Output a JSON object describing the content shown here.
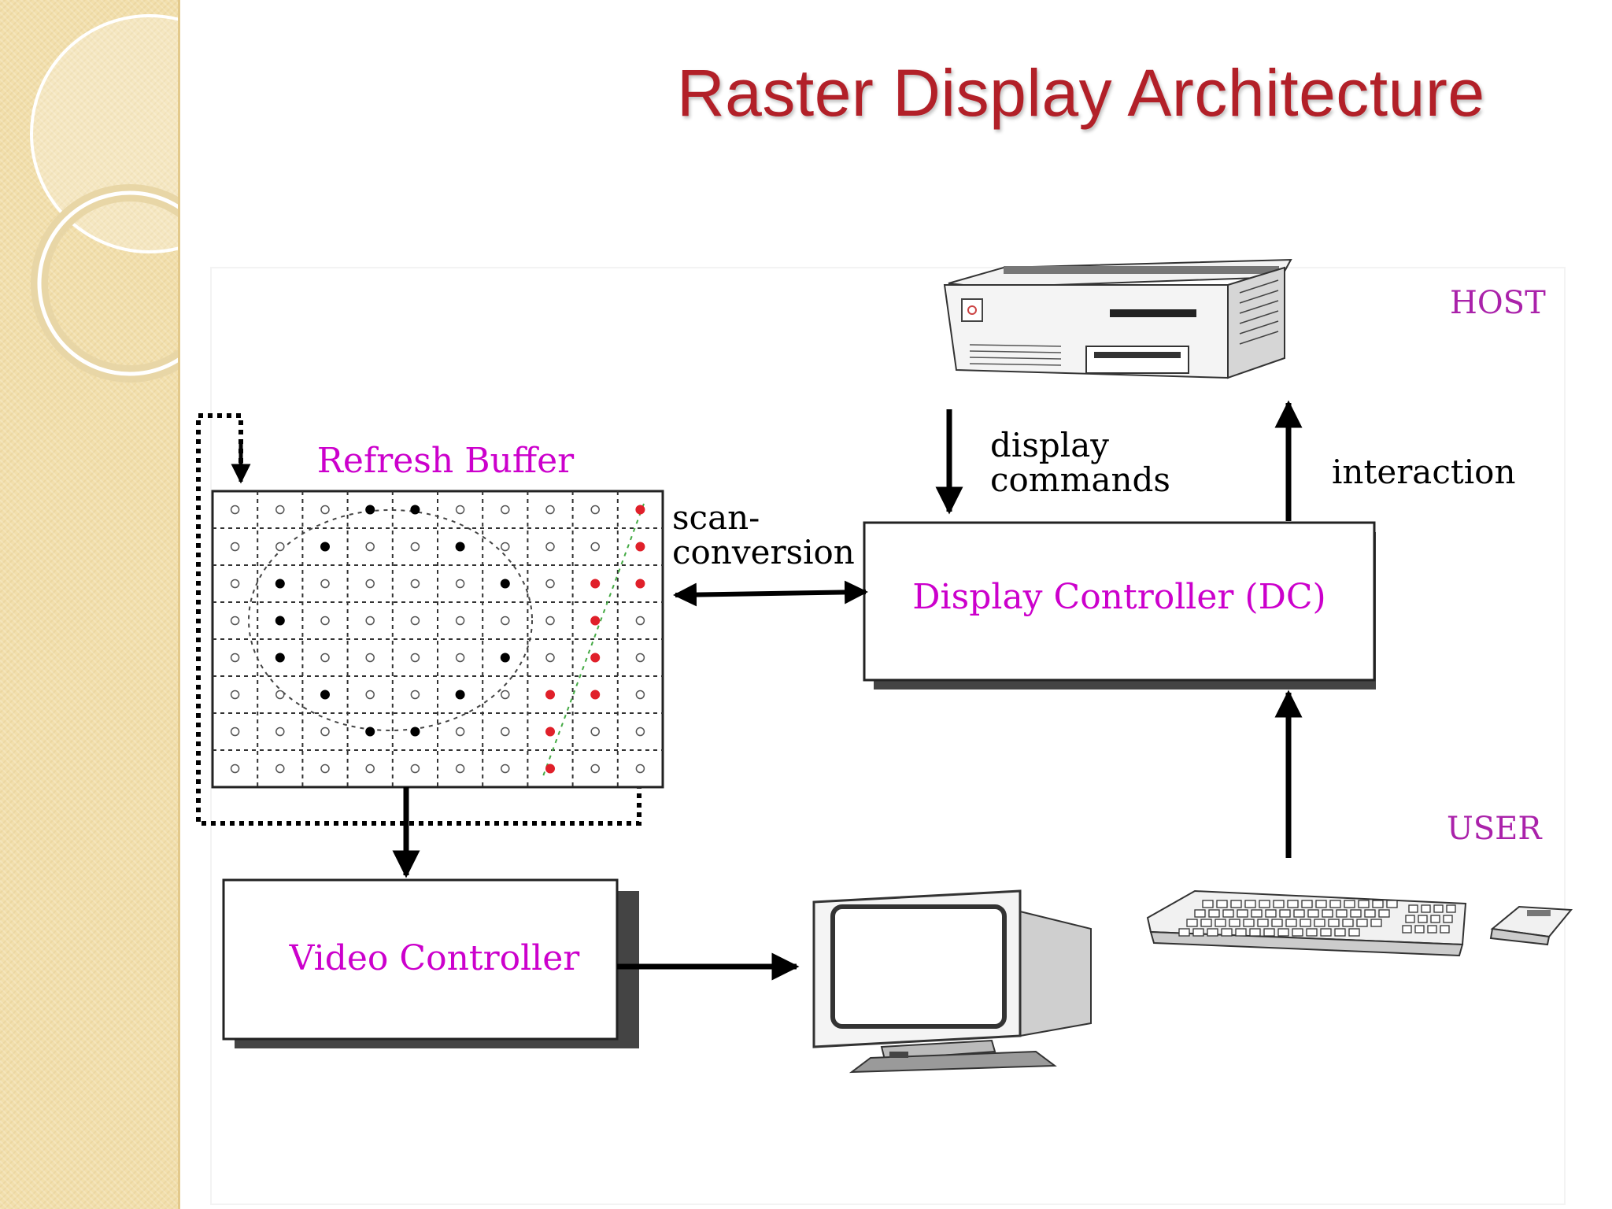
{
  "slide": {
    "title": "Raster Display Architecture"
  },
  "diagram": {
    "refresh_buffer_label": "Refresh Buffer",
    "scan_conversion_line1": "scan-",
    "scan_conversion_line2": "conversion",
    "display_commands_line1": "display",
    "display_commands_line2": "commands",
    "interaction_label": "interaction",
    "display_controller_label": "Display Controller (DC)",
    "video_controller_label": "Video Controller",
    "host_label": "HOST",
    "user_label": "USER"
  },
  "colors": {
    "title": "#b22028",
    "box_label": "#cc00cc",
    "side_label": "#aa22aa",
    "grid_red_pixel": "#e0202a",
    "band": "#f2dfac"
  },
  "grid": {
    "rows": 8,
    "cols": 10,
    "black_pixels": [
      [
        0,
        3
      ],
      [
        0,
        4
      ],
      [
        1,
        2
      ],
      [
        1,
        5
      ],
      [
        2,
        1
      ],
      [
        2,
        6
      ],
      [
        3,
        1
      ],
      [
        4,
        1
      ],
      [
        4,
        6
      ],
      [
        5,
        2
      ],
      [
        5,
        5
      ],
      [
        6,
        3
      ],
      [
        6,
        4
      ]
    ],
    "red_pixels": [
      [
        0,
        9
      ],
      [
        1,
        9
      ],
      [
        2,
        8
      ],
      [
        2,
        9
      ],
      [
        3,
        8
      ],
      [
        4,
        8
      ],
      [
        5,
        7
      ],
      [
        5,
        8
      ],
      [
        6,
        7
      ],
      [
        7,
        7
      ]
    ]
  }
}
